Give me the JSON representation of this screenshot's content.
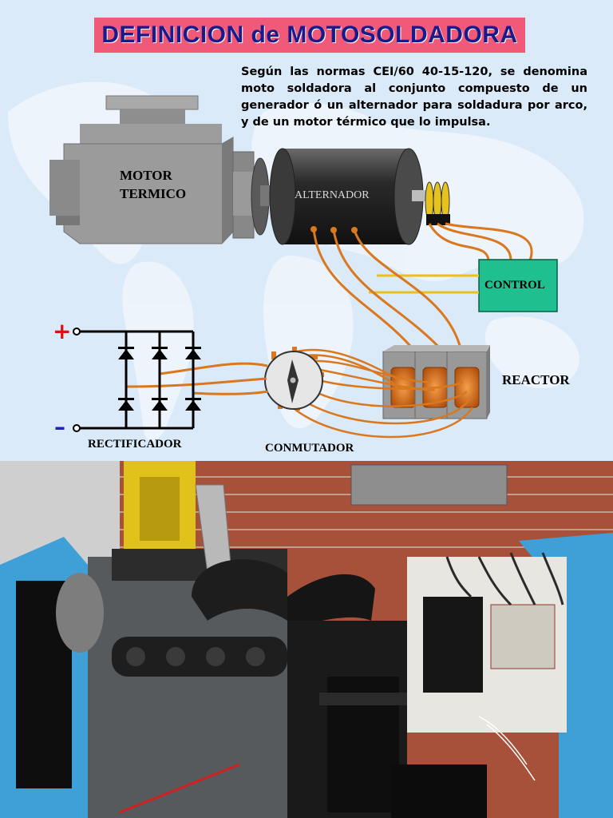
{
  "title": "DEFINICION de MOTOSOLDADORA",
  "description": "Según las normas CEI/60 40-15-120, se denomina moto soldadora al conjunto compuesto de un generador ó un alternador para soldadura por arco, y de un motor térmico que lo impulsa.",
  "labels": {
    "motor_line1": "MOTOR",
    "motor_line2": "TERMICO",
    "alternador": "ALTERNADOR",
    "control": "CONTROL",
    "reactor": "REACTOR",
    "rectificador": "RECTIFICADOR",
    "conmutador": "CONMUTADOR",
    "plus": "+",
    "minus": "–"
  },
  "colors": {
    "background": "#dbeaf8",
    "title_bg": "#f05a78",
    "title_text": "#1a1a8a",
    "wire": "#d9781e",
    "control_box": "#1fbf8f",
    "signal_wire": "#e8c21a"
  }
}
